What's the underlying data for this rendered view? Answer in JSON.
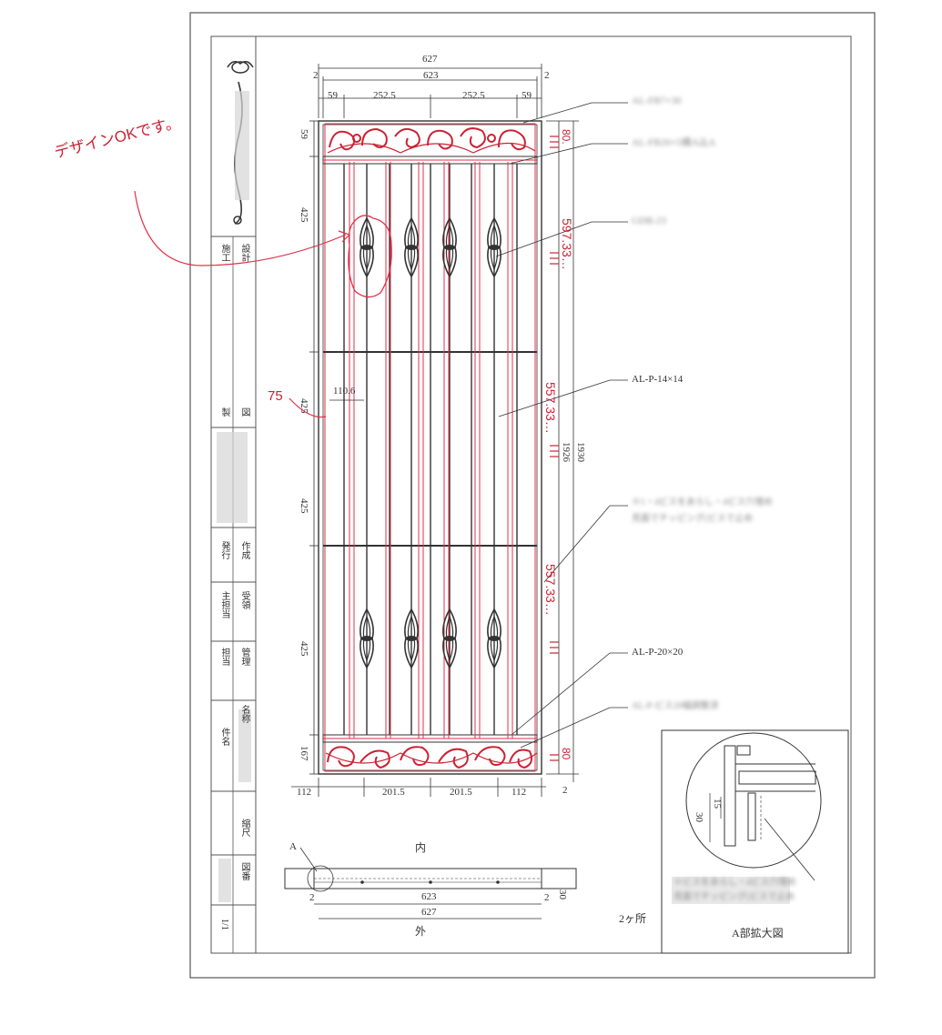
{
  "dims": {
    "top_total": "627",
    "top_inner": "623",
    "top_gap_left": "2",
    "top_gap_right": "2",
    "top_segments": [
      "59",
      "252.5",
      "252.5",
      "59"
    ],
    "left_segments": [
      "59",
      "425",
      "425",
      "425",
      "425",
      "167"
    ],
    "inner_gap_label": "110.6",
    "bottom_segments": [
      "112",
      "201.5",
      "201.5",
      "112"
    ],
    "right_h1": "1926",
    "right_h2": "1930",
    "right_bottom_gap": "2"
  },
  "callouts": {
    "top_rail": "AL-FB7×30",
    "second_rail": "AL-FB20×5横A込A",
    "ornament": "GDB-23",
    "bar": "AL-P-14×14",
    "note_mid_1": "※1・4ビスをあらし・4ビス穴埋め",
    "note_mid_2": "見面でチッピング(ビスで止め",
    "lower_rail": "AL-P-20×20",
    "bottom_rail": "AL-P-ビス20幅調整済"
  },
  "red_notes": {
    "design_ok": "デザインOKです。",
    "seventy_five": "75",
    "right_top": "80.",
    "right_top_dim": "597.33…",
    "right_mid_dim": "557.33…",
    "right_low_dim": "557.33…",
    "right_bottom": "80"
  },
  "plan": {
    "label_a": "A",
    "inner": "内",
    "outer": "外",
    "dim_623": "623",
    "dim_627": "627",
    "dim_2_left": "2",
    "dim_2_right": "2",
    "dim_30": "30",
    "count": "2ヶ所"
  },
  "detail": {
    "title": "A部拡大図",
    "dim_30": "30",
    "dim_15": "15",
    "note_1": "※ビスをあらし・4ビス穴埋め",
    "note_2": "見面でチッピング(ビスで止め"
  },
  "title_block": {
    "labels": [
      "施工",
      "設計",
      "製",
      "図",
      "発行",
      "作成",
      "主担当",
      "受領",
      "担当",
      "管理",
      "名称",
      "件名",
      "縮尺",
      "図番",
      "1/1"
    ]
  },
  "colors": {
    "ink": "#333333",
    "red": "#e0304a",
    "redmark": "#cc2233"
  }
}
